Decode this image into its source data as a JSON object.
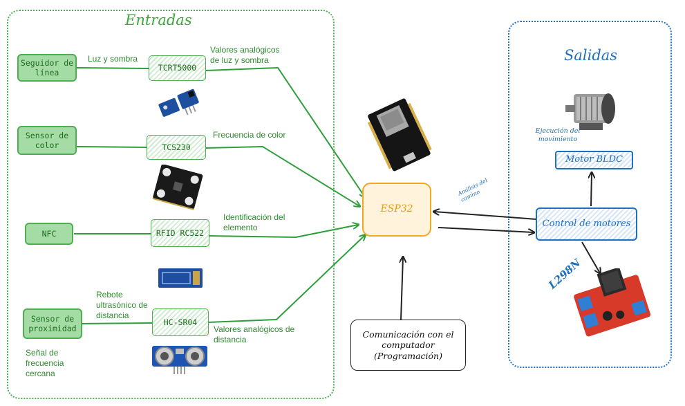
{
  "regions": {
    "inputs_title": "Entradas",
    "outputs_title": "Salidas"
  },
  "sources": {
    "line_follower": "Seguidor de línea",
    "color_sensor": "Sensor de color",
    "nfc": "NFC",
    "proximity": "Sensor de proximidad"
  },
  "sensors": {
    "tcrt": "TCRT5000",
    "tcs": "TCS230",
    "rfid": "RFID RC522",
    "hcsr": "HC-SR04"
  },
  "edge_labels": {
    "light_shadow": "Luz y sombra",
    "analog_light": "Valores analógicos de luz y sombra",
    "color_freq": "Frecuencia de color",
    "element_id": "Identificación del elemento",
    "ultrasonic_bounce": "Rebote ultrasónico de distancia",
    "analog_distance": "Valores analógicos de distancia",
    "near_freq": "Señal de frecuencia cercana"
  },
  "core": {
    "esp32": "ESP32",
    "path_analysis": "Análisis del camino",
    "comm": "Comunicación con el computador (Programación)"
  },
  "outputs": {
    "motor_control": "Control de motores",
    "motor_bldc": "Motor BLDC",
    "motion_exec": "Ejecución del movimiento",
    "driver": "L298N"
  },
  "colors": {
    "input_green": "#4caf50",
    "output_blue": "#1e6fbf",
    "mcu_orange": "#f0a81e"
  }
}
